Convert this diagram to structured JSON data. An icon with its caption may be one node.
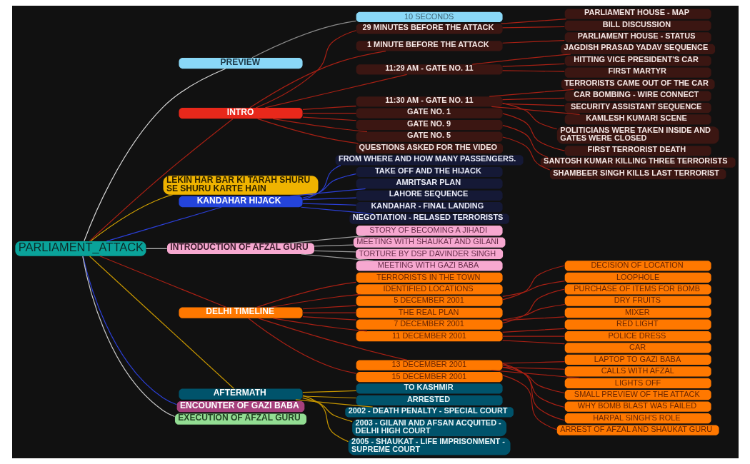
{
  "diagram": {
    "nodes": [
      {
        "text": [
          "PARLIAMENT_ATTACK"
        ]
      },
      {
        "text": [
          "PREVIEW"
        ]
      },
      {
        "text": [
          "10 SECONDS"
        ]
      },
      {
        "text": [
          "INTRO"
        ]
      },
      {
        "text": [
          "29 MINUTES BEFORE THE ATTACK"
        ]
      },
      {
        "text": [
          "PARLIAMENT HOUSE - MAP"
        ]
      },
      {
        "text": [
          "BILL DISCUSSION"
        ]
      },
      {
        "text": [
          "1 MINUTE BEFORE THE ATTACK"
        ]
      },
      {
        "text": [
          "PARLIAMENT HOUSE - STATUS"
        ]
      },
      {
        "text": [
          "11:29 AM - GATE NO. 11"
        ]
      },
      {
        "text": [
          "JAGDISH PRASAD YADAV SEQUENCE"
        ]
      },
      {
        "text": [
          "HITTING VICE PRESIDENT'S CAR"
        ]
      },
      {
        "text": [
          "FIRST MARTYR"
        ]
      },
      {
        "text": [
          "11:30 AM - GATE NO. 11"
        ]
      },
      {
        "text": [
          "TERRORISTS CAME OUT OF THE CAR"
        ]
      },
      {
        "text": [
          "CAR BOMBING - WIRE CONNECT"
        ]
      },
      {
        "text": [
          "SECURITY ASSISTANT SEQUENCE"
        ]
      },
      {
        "text": [
          "KAMLESH KUMARI SCENE"
        ]
      },
      {
        "text": [
          "POLITICIANS WERE TAKEN INSIDE AND GATES WERE CLOSED"
        ]
      },
      {
        "text": [
          "GATE NO. 1"
        ]
      },
      {
        "text": [
          "FIRST TERRORIST DEATH"
        ]
      },
      {
        "text": [
          "GATE NO. 9"
        ]
      },
      {
        "text": [
          "SANTOSH KUMAR KILLING THREE TERRORISTS"
        ]
      },
      {
        "text": [
          "GATE NO. 5"
        ]
      },
      {
        "text": [
          "SHAMBEER SINGH KILLS LAST TERRORIST"
        ]
      },
      {
        "text": [
          "QUESTIONS ASKED FOR THE VIDEO"
        ]
      },
      {
        "text": [
          "LEKIN HAR BAR KI TARAH SHURU SE SHURU KARTE HAIN"
        ]
      },
      {
        "text": [
          "KANDAHAR HIJACK"
        ]
      },
      {
        "text": [
          "FROM WHERE AND HOW MANY PASSENGERS."
        ]
      },
      {
        "text": [
          "TAKE OFF AND THE HIJACK"
        ]
      },
      {
        "text": [
          "AMRITSAR PLAN"
        ]
      },
      {
        "text": [
          "LAHORE SEQUENCE"
        ]
      },
      {
        "text": [
          "KANDAHAR - FINAL LANDING"
        ]
      },
      {
        "text": [
          "NEGOTIATION - RELASED TERRORISTS"
        ]
      },
      {
        "text": [
          "INTRODUCTION OF AFZAL GURU"
        ]
      },
      {
        "text": [
          "STORY OF BECOMING A JIHADI"
        ]
      },
      {
        "text": [
          "MEETING WITH SHAUKAT AND GILANI"
        ]
      },
      {
        "text": [
          "TORTURE BY DSP DAVINDER SINGH"
        ]
      },
      {
        "text": [
          "MEETING WITH GAZI BABA"
        ]
      },
      {
        "text": [
          "DELHI TIMELINE"
        ]
      },
      {
        "text": [
          "TERRORISTS IN THE TOWN"
        ]
      },
      {
        "text": [
          "IDENTIFIED LOCATIONS"
        ]
      },
      {
        "text": [
          "5 DECEMBER 2001"
        ]
      },
      {
        "text": [
          "DECISION OF LOCATION"
        ]
      },
      {
        "text": [
          "LOOPHOLE"
        ]
      },
      {
        "text": [
          "THE REAL PLAN"
        ]
      },
      {
        "text": [
          "7 DECEMBER 2001"
        ]
      },
      {
        "text": [
          "PURCHASE OF ITEMS FOR BOMB"
        ]
      },
      {
        "text": [
          "DRY FRUITS"
        ]
      },
      {
        "text": [
          "MIXER"
        ]
      },
      {
        "text": [
          "11 DECEMBER 2001"
        ]
      },
      {
        "text": [
          "RED LIGHT"
        ]
      },
      {
        "text": [
          "POLICE DRESS"
        ]
      },
      {
        "text": [
          "CAR"
        ]
      },
      {
        "text": [
          "13 DECEMBER 2001"
        ]
      },
      {
        "text": [
          "LAPTOP TO GAZI BABA"
        ]
      },
      {
        "text": [
          "CALLS WITH AFZAL"
        ]
      },
      {
        "text": [
          "LIGHTS OFF"
        ]
      },
      {
        "text": [
          "SMALL PREVIEW OF THE ATTACK"
        ]
      },
      {
        "text": [
          "WHY BOMB BLAST WAS FAILED"
        ]
      },
      {
        "text": [
          "HARPAL SINGH'S ROLE"
        ]
      },
      {
        "text": [
          "15 DECEMBER 2001"
        ]
      },
      {
        "text": [
          "ARREST OF AFZAL AND SHAUKAT GURU"
        ]
      },
      {
        "text": [
          "AFTERMATH"
        ]
      },
      {
        "text": [
          "TO KASHMIR"
        ]
      },
      {
        "text": [
          "ARRESTED"
        ]
      },
      {
        "text": [
          "2002 - DEATH PENALTY - SPECIAL COURT"
        ]
      },
      {
        "text": [
          "2003 - GILANI AND AFSAN ACQUITED - DELHI HIGH COURT"
        ]
      },
      {
        "text": [
          "2005 - SHAUKAT - LIFE IMPRISONMENT - SUPREME COURT"
        ]
      },
      {
        "text": [
          "ENCOUNTER OF GAZI BABA"
        ]
      },
      {
        "text": [
          "EXECUTION OF AFZAL GURU"
        ]
      }
    ],
    "edges": [
      {
        "from": 0,
        "to": 1,
        "arrow": "none",
        "color": "#d9d9d9"
      },
      {
        "from": 1,
        "to": 2,
        "arrow": "none",
        "color": "#8a8a8a"
      },
      {
        "from": 0,
        "to": 3,
        "arrow": "none"
      },
      {
        "from": 3,
        "to": 4,
        "arrow": "none"
      },
      {
        "from": 4,
        "to": 5,
        "arrow": "none"
      },
      {
        "from": 4,
        "to": 6,
        "arrow": "none"
      },
      {
        "from": 3,
        "to": 7,
        "arrow": "none"
      },
      {
        "from": 7,
        "to": 8,
        "arrow": "none"
      },
      {
        "from": 3,
        "to": 9,
        "arrow": "none"
      },
      {
        "from": 9,
        "to": 10,
        "arrow": "none"
      },
      {
        "from": 9,
        "to": 11,
        "arrow": "none"
      },
      {
        "from": 9,
        "to": 12,
        "arrow": "none"
      },
      {
        "from": 3,
        "to": 13,
        "arrow": "none"
      },
      {
        "from": 13,
        "to": 14,
        "arrow": "none"
      },
      {
        "from": 13,
        "to": 15,
        "arrow": "none"
      },
      {
        "from": 13,
        "to": 16,
        "arrow": "none"
      },
      {
        "from": 13,
        "to": 17,
        "arrow": "none"
      },
      {
        "from": 13,
        "to": 18,
        "arrow": "none"
      },
      {
        "from": 3,
        "to": 19,
        "arrow": "none"
      },
      {
        "from": 19,
        "to": 20,
        "arrow": "none"
      },
      {
        "from": 3,
        "to": 21,
        "arrow": "none"
      },
      {
        "from": 21,
        "to": 22,
        "arrow": "none"
      },
      {
        "from": 3,
        "to": 23,
        "arrow": "none"
      },
      {
        "from": 23,
        "to": 24,
        "arrow": "none"
      },
      {
        "from": 3,
        "to": 25,
        "arrow": "none"
      },
      {
        "from": 0,
        "to": 26,
        "arrow": "none",
        "color": "#d4a300"
      },
      {
        "from": 0,
        "to": 27,
        "arrow": "none",
        "color": "#2b3fd6"
      },
      {
        "from": 27,
        "to": 28,
        "arrow": "none",
        "color": "#2b3fd6"
      },
      {
        "from": 27,
        "to": 29,
        "arrow": "none",
        "color": "#2b3fd6"
      },
      {
        "from": 27,
        "to": 30,
        "arrow": "none",
        "color": "#2b3fd6"
      },
      {
        "from": 27,
        "to": 31,
        "arrow": "none",
        "color": "#2b3fd6"
      },
      {
        "from": 27,
        "to": 32,
        "arrow": "none",
        "color": "#2b3fd6"
      },
      {
        "from": 27,
        "to": 33,
        "arrow": "none",
        "color": "#2b3fd6"
      },
      {
        "from": 0,
        "to": 34,
        "arrow": "none",
        "color": "#c8c8c8"
      },
      {
        "from": 34,
        "to": 35,
        "arrow": "none",
        "color": "#9a9a9a"
      },
      {
        "from": 34,
        "to": 36,
        "arrow": "none",
        "color": "#9a9a9a"
      },
      {
        "from": 34,
        "to": 37,
        "arrow": "none",
        "color": "#9a9a9a"
      },
      {
        "from": 34,
        "to": 38,
        "arrow": "none",
        "color": "#9a9a9a"
      },
      {
        "from": 0,
        "to": 39,
        "arrow": "none"
      },
      {
        "from": 39,
        "to": 40,
        "arrow": "none"
      },
      {
        "from": 39,
        "to": 41,
        "arrow": "none"
      },
      {
        "from": 39,
        "to": 42,
        "arrow": "none"
      },
      {
        "from": 42,
        "to": 43,
        "arrow": "none"
      },
      {
        "from": 42,
        "to": 44,
        "arrow": "none"
      },
      {
        "from": 39,
        "to": 45,
        "arrow": "none"
      },
      {
        "from": 39,
        "to": 46,
        "arrow": "none"
      },
      {
        "from": 46,
        "to": 47,
        "arrow": "none"
      },
      {
        "from": 46,
        "to": 48,
        "arrow": "none"
      },
      {
        "from": 46,
        "to": 49,
        "arrow": "none"
      },
      {
        "from": 39,
        "to": 50,
        "arrow": "none"
      },
      {
        "from": 50,
        "to": 51,
        "arrow": "none"
      },
      {
        "from": 50,
        "to": 52,
        "arrow": "none"
      },
      {
        "from": 50,
        "to": 53,
        "arrow": "none"
      },
      {
        "from": 39,
        "to": 54,
        "arrow": "none"
      },
      {
        "from": 54,
        "to": 55,
        "arrow": "none"
      },
      {
        "from": 54,
        "to": 56,
        "arrow": "none"
      },
      {
        "from": 54,
        "to": 57,
        "arrow": "none"
      },
      {
        "from": 54,
        "to": 58,
        "arrow": "none"
      },
      {
        "from": 54,
        "to": 59,
        "arrow": "none"
      },
      {
        "from": 54,
        "to": 60,
        "arrow": "none"
      },
      {
        "from": 39,
        "to": 61,
        "arrow": "none"
      },
      {
        "from": 61,
        "to": 62,
        "arrow": "none"
      },
      {
        "from": 0,
        "to": 63,
        "arrow": "none",
        "color": "#c59500"
      },
      {
        "from": 63,
        "to": 64,
        "arrow": "none",
        "color": "#c59500"
      },
      {
        "from": 63,
        "to": 65,
        "arrow": "none",
        "color": "#c59500"
      },
      {
        "from": 63,
        "to": 66,
        "arrow": "none",
        "color": "#c59500"
      },
      {
        "from": 63,
        "to": 67,
        "arrow": "none",
        "color": "#c59500"
      },
      {
        "from": 63,
        "to": 68,
        "arrow": "none",
        "color": "#c59500"
      },
      {
        "from": 0,
        "to": 69,
        "arrow": "none",
        "color": "#2b3fd6"
      },
      {
        "from": 0,
        "to": 70,
        "arrow": "none",
        "color": "#c8c8c8"
      }
    ]
  }
}
